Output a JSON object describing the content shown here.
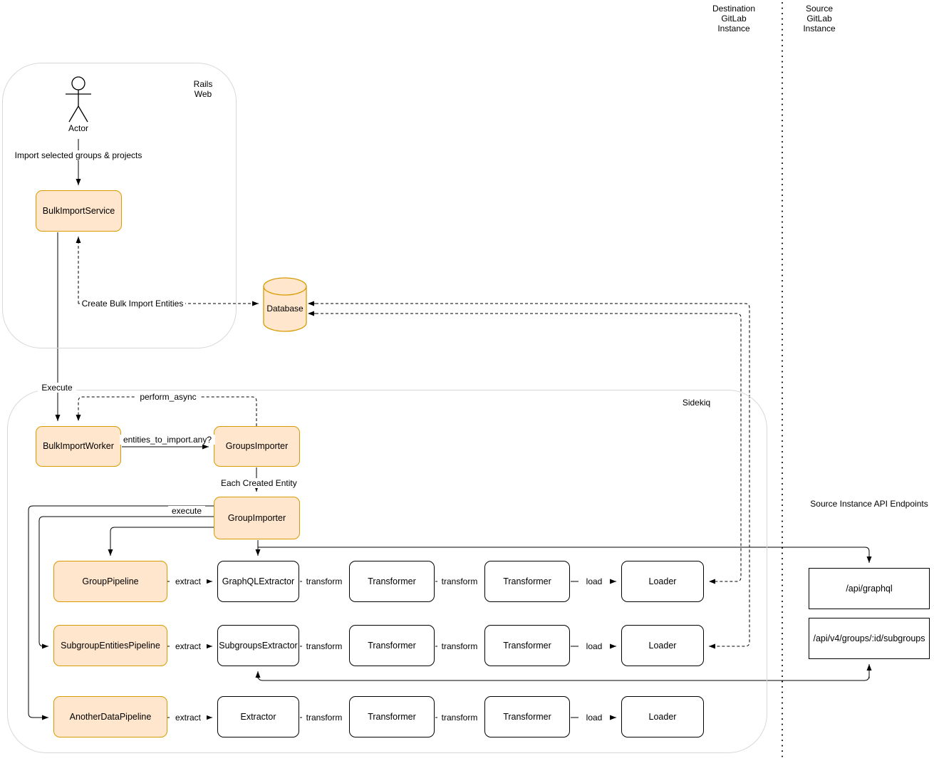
{
  "regions": {
    "destination_instance": "Destination\nGitLab\nInstance",
    "source_instance": "Source\nGitLab\nInstance",
    "rails_web": "Rails\nWeb",
    "sidekiq": "Sidekiq",
    "api_endpoints_title": "Source Instance API Endpoints"
  },
  "actor": {
    "label": "Actor"
  },
  "nodes": {
    "bulk_import_service": "BulkImportService",
    "database": "Database",
    "bulk_import_worker": "BulkImportWorker",
    "groups_importer": "GroupsImporter",
    "group_importer": "GroupImporter"
  },
  "pipelines": [
    {
      "pipeline": "GroupPipeline",
      "extractor": "GraphQLExtractor",
      "transformer1": "Transformer",
      "transformer2": "Transformer",
      "loader": "Loader"
    },
    {
      "pipeline": "SubgroupEntitiesPipeline",
      "extractor": "SubgroupsExtractor",
      "transformer1": "Transformer",
      "transformer2": "Transformer",
      "loader": "Loader"
    },
    {
      "pipeline": "AnotherDataPipeline",
      "extractor": "Extractor",
      "transformer1": "Transformer",
      "transformer2": "Transformer",
      "loader": "Loader"
    }
  ],
  "api_endpoints": [
    "/api/graphql",
    "/api/v4/groups/:id/subgroups"
  ],
  "edge_labels": {
    "import_selected": "Import selected groups & projects",
    "execute": "Execute",
    "perform_async": "perform_async",
    "entities_to_import": "entities_to_import.any?",
    "each_created_entity": "Each Created Entity",
    "execute_pipelines": "execute",
    "create_bulk_import_entities": "Create Bulk Import Entities",
    "extract": "extract",
    "transform": "transform",
    "load": "load"
  },
  "colors": {
    "highlight_fill": "#FFE6CC",
    "highlight_stroke": "#D79B00",
    "container_stroke": "#D8D8D8",
    "line": "#000000"
  }
}
